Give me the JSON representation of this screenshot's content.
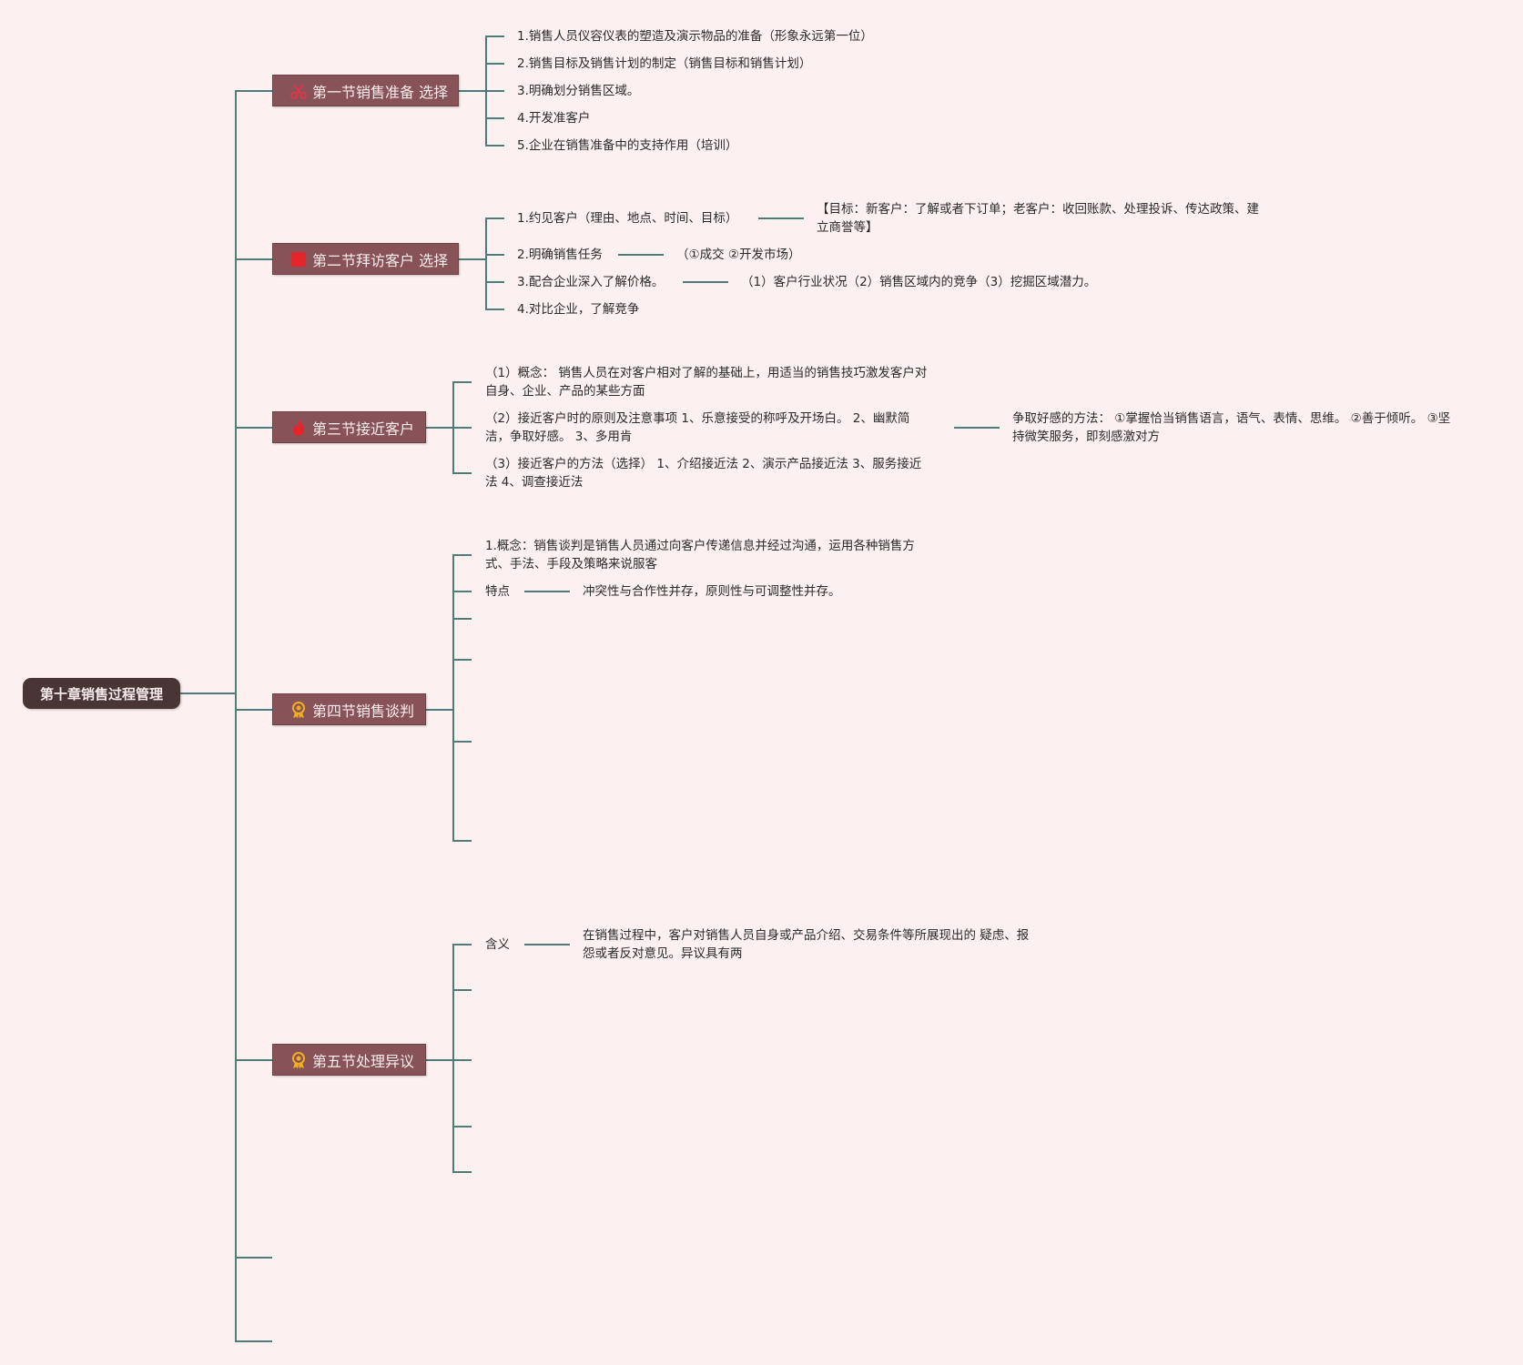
{
  "root": {
    "label": "第十章销售过程管理"
  },
  "sections": [
    {
      "label": "第一节销售准备 选择",
      "icon": "scissors-icon",
      "items": [
        "1.销售人员仪容仪表的塑造及演示物品的准备（形象永远第一位）",
        "2.销售目标及销售计划的制定（销售目标和销售计划）",
        "3.明确划分销售区域。",
        "4.开发准客户",
        "5.企业在销售准备中的支持作用（培训）"
      ]
    },
    {
      "label": "第二节拜访客户 选择",
      "icon": "red-square-icon",
      "items": [
        "1.约见客户（理由、地点、时间、目标）",
        "2.明确销售任务",
        "3.配合企业深入了解价格。",
        "4.对比企业，了解竞争"
      ],
      "details": [
        "【目标：新客户：了解或者下订单；老客户：收回账款、处理投诉、传达政策、建立商誉等】",
        "（①成交 ②开发市场）",
        "（1）客户行业状况（2）销售区域内的竞争（3）挖掘区域潜力。"
      ]
    },
    {
      "label": "第三节接近客户",
      "icon": "fire-icon",
      "items": [
        "（1）概念： 销售人员在对客户相对了解的基础上，用适当的销售技巧激发客户对自身、企业、产品的某些方面",
        "（2）接近客户时的原则及注意事项 1、乐意接受的称呼及开场白。 2、幽默简洁，争取好感。 3、多用肯",
        "（3）接近客户的方法（选择） 1、介绍接近法 2、演示产品接近法 3、服务接近法 4、调查接近法"
      ],
      "details": [
        "争取好感的方法： ①掌握恰当销售语言，语气、表情、思维。 ②善于倾听。 ③坚持微笑服务，即刻感激对方"
      ]
    },
    {
      "label": "第四节销售谈判",
      "icon": "award-icon",
      "items": [
        "1.概念：销售谈判是销售人员通过向客户传递信息并经过沟通，运用各种销售方式、手法、手段及策略来说服客",
        "特点"
      ],
      "details": [
        "冲突性与合作性并存，原则性与可调整性并存。"
      ]
    },
    {
      "label": "第五节处理异议",
      "icon": "award-icon",
      "items": [
        "含义"
      ],
      "details": [
        "在销售过程中，客户对销售人员自身或产品介绍、交易条件等所展现出的 疑虑、报怨或者反对意见。异议具有两"
      ]
    }
  ],
  "colors": {
    "background": "#fdf0f0",
    "root_fill": "#4a3535",
    "section_fill": "#875258",
    "connector": "#4f7b78"
  }
}
